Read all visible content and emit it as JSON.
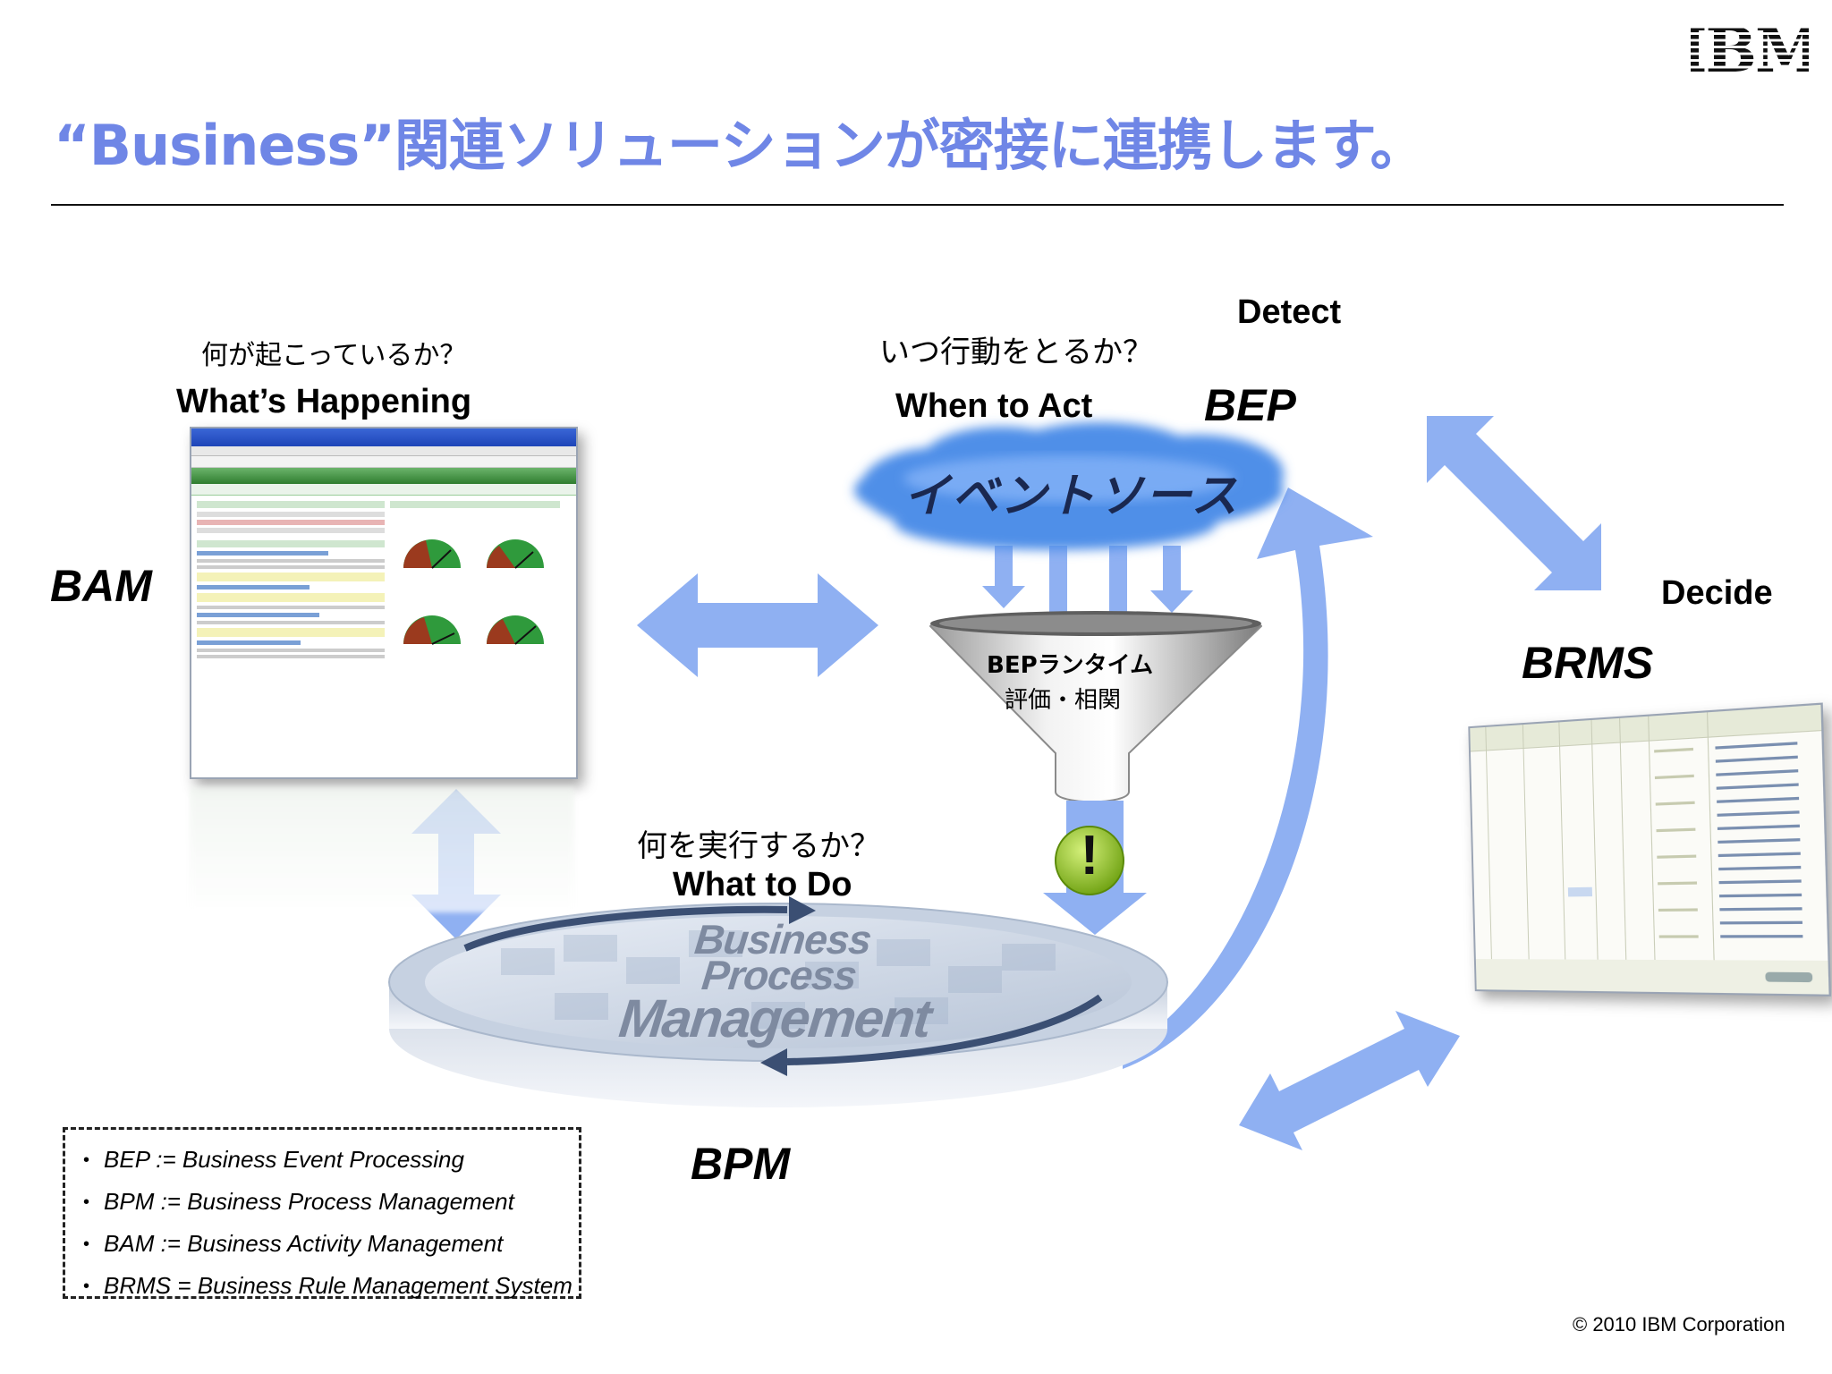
{
  "title": "“Business”関連ソリューションが密接に連携します。",
  "logo_text": "IBM",
  "bam": {
    "question": "何が起こっているか？",
    "phrase": "What’s Happening",
    "label": "BAM"
  },
  "bep": {
    "question": "いつ行動をとるか？",
    "phrase": "When to Act",
    "label": "BEP",
    "detect": "Detect",
    "event_source": "イベントソース",
    "runtime_line1": "BEPランタイム",
    "runtime_line2": "評価・相関",
    "alert_symbol": "!"
  },
  "brms": {
    "decide": "Decide",
    "label": "BRMS"
  },
  "bpm": {
    "question": "何を実行するか？",
    "phrase": "What to Do",
    "label": "BPM",
    "disk_text": [
      "Business",
      "Process",
      "Management"
    ]
  },
  "legend": [
    "BEP := Business Event Processing",
    "BPM := Business Process Management",
    "BAM := Business Activity Management",
    "BRMS = Business Rule Management System"
  ],
  "copyright": "© 2010 IBM Corporation",
  "colors": {
    "title": "#6f86e6",
    "arrow": "#8fb0f2",
    "cloud": "#4f8fe8",
    "gauge_green": "#2f9a3c",
    "gauge_red": "#9b3a1e",
    "alert": "#8ec21a"
  }
}
